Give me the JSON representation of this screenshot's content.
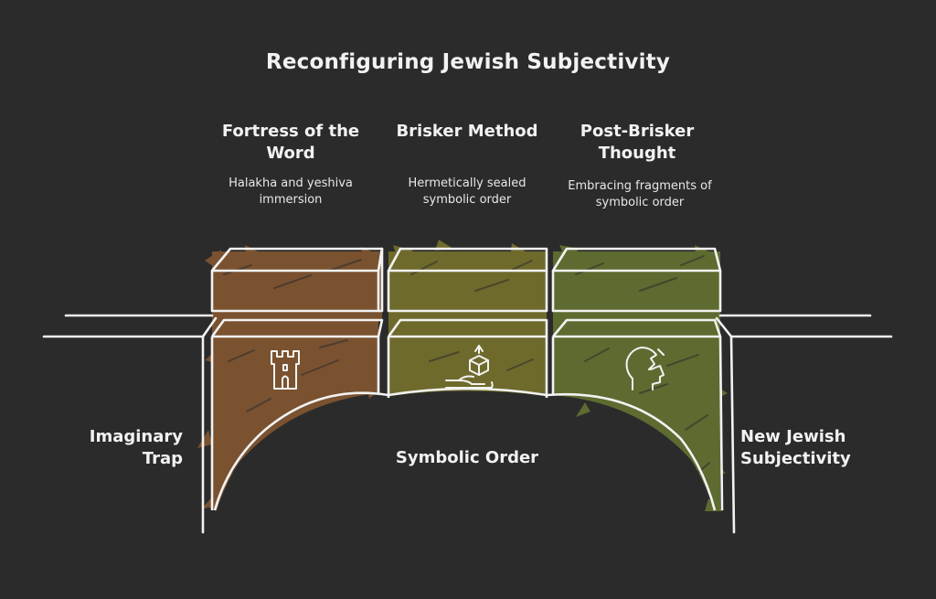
{
  "title": "Reconfiguring Jewish Subjectivity",
  "pillars": [
    {
      "name": "Fortress of the Word",
      "description": "Halakha and yeshiva immersion",
      "icon": "castle-icon",
      "color": "#7a5230"
    },
    {
      "name": "Brisker Method",
      "description": "Hermetically sealed symbolic order",
      "icon": "hand-holding-box-icon",
      "color": "#6e6a2c"
    },
    {
      "name": "Post-Brisker Thought",
      "description": "Embracing fragments of symbolic order",
      "icon": "broken-head-icon",
      "color": "#5d6b30"
    }
  ],
  "left_label": "Imaginary Trap",
  "center_label": "Symbolic Order",
  "right_label": "New Jewish Subjectivity"
}
